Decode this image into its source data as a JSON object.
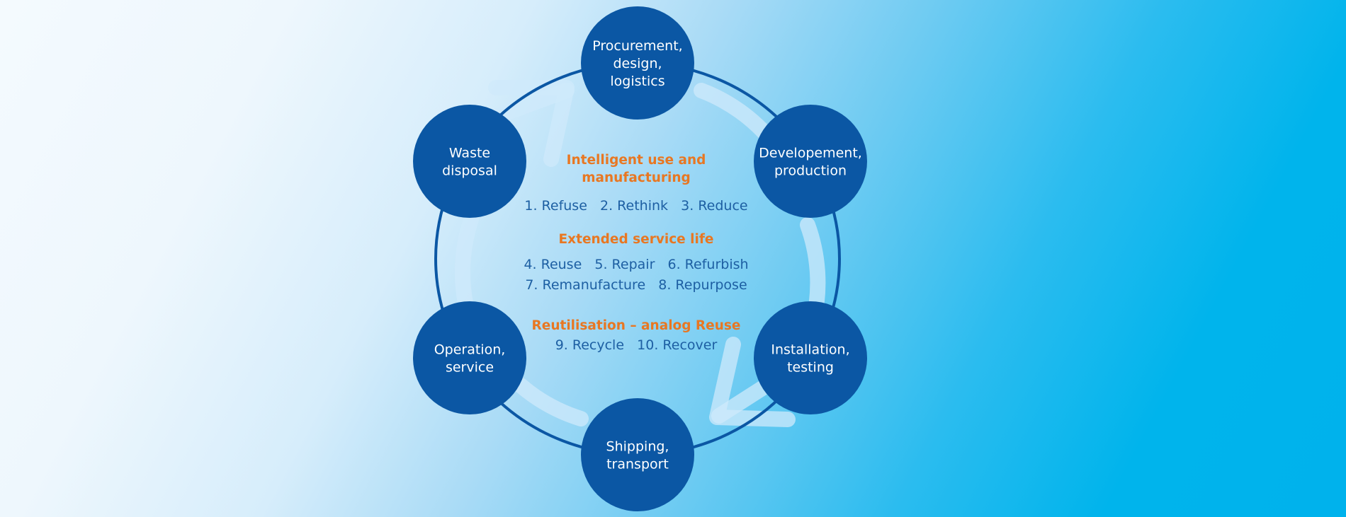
{
  "colors": {
    "node_fill": "#0b57a4",
    "ring_stroke": "#0b57a4",
    "arrow_fill": "#cfe9fb",
    "heading": "#e87722",
    "item_text": "#1d5fa3",
    "node_text": "#ffffff"
  },
  "cycle": {
    "nodes": [
      {
        "id": "procurement",
        "lines": [
          "Procurement,",
          "design,",
          "logistics"
        ]
      },
      {
        "id": "development",
        "lines": [
          "Developement,",
          "production"
        ]
      },
      {
        "id": "installation",
        "lines": [
          "Installation,",
          "testing"
        ]
      },
      {
        "id": "shipping",
        "lines": [
          "Shipping,",
          "transport"
        ]
      },
      {
        "id": "operation",
        "lines": [
          "Operation,",
          "service"
        ]
      },
      {
        "id": "waste",
        "lines": [
          "Waste",
          "disposal"
        ]
      }
    ]
  },
  "center": {
    "sections": [
      {
        "heading_lines": [
          "Intelligent use and",
          "manufacturing"
        ],
        "item_lines": [
          "1. Refuse   2. Rethink   3. Reduce"
        ]
      },
      {
        "heading_lines": [
          "Extended service life"
        ],
        "item_lines": [
          "4. Reuse   5. Repair   6. Refurbish",
          "7. Remanufacture   8. Repurpose"
        ]
      },
      {
        "heading_lines": [
          "Reutilisation – analog Reuse"
        ],
        "item_lines": [
          "9. Recycle   10. Recover"
        ]
      }
    ]
  }
}
